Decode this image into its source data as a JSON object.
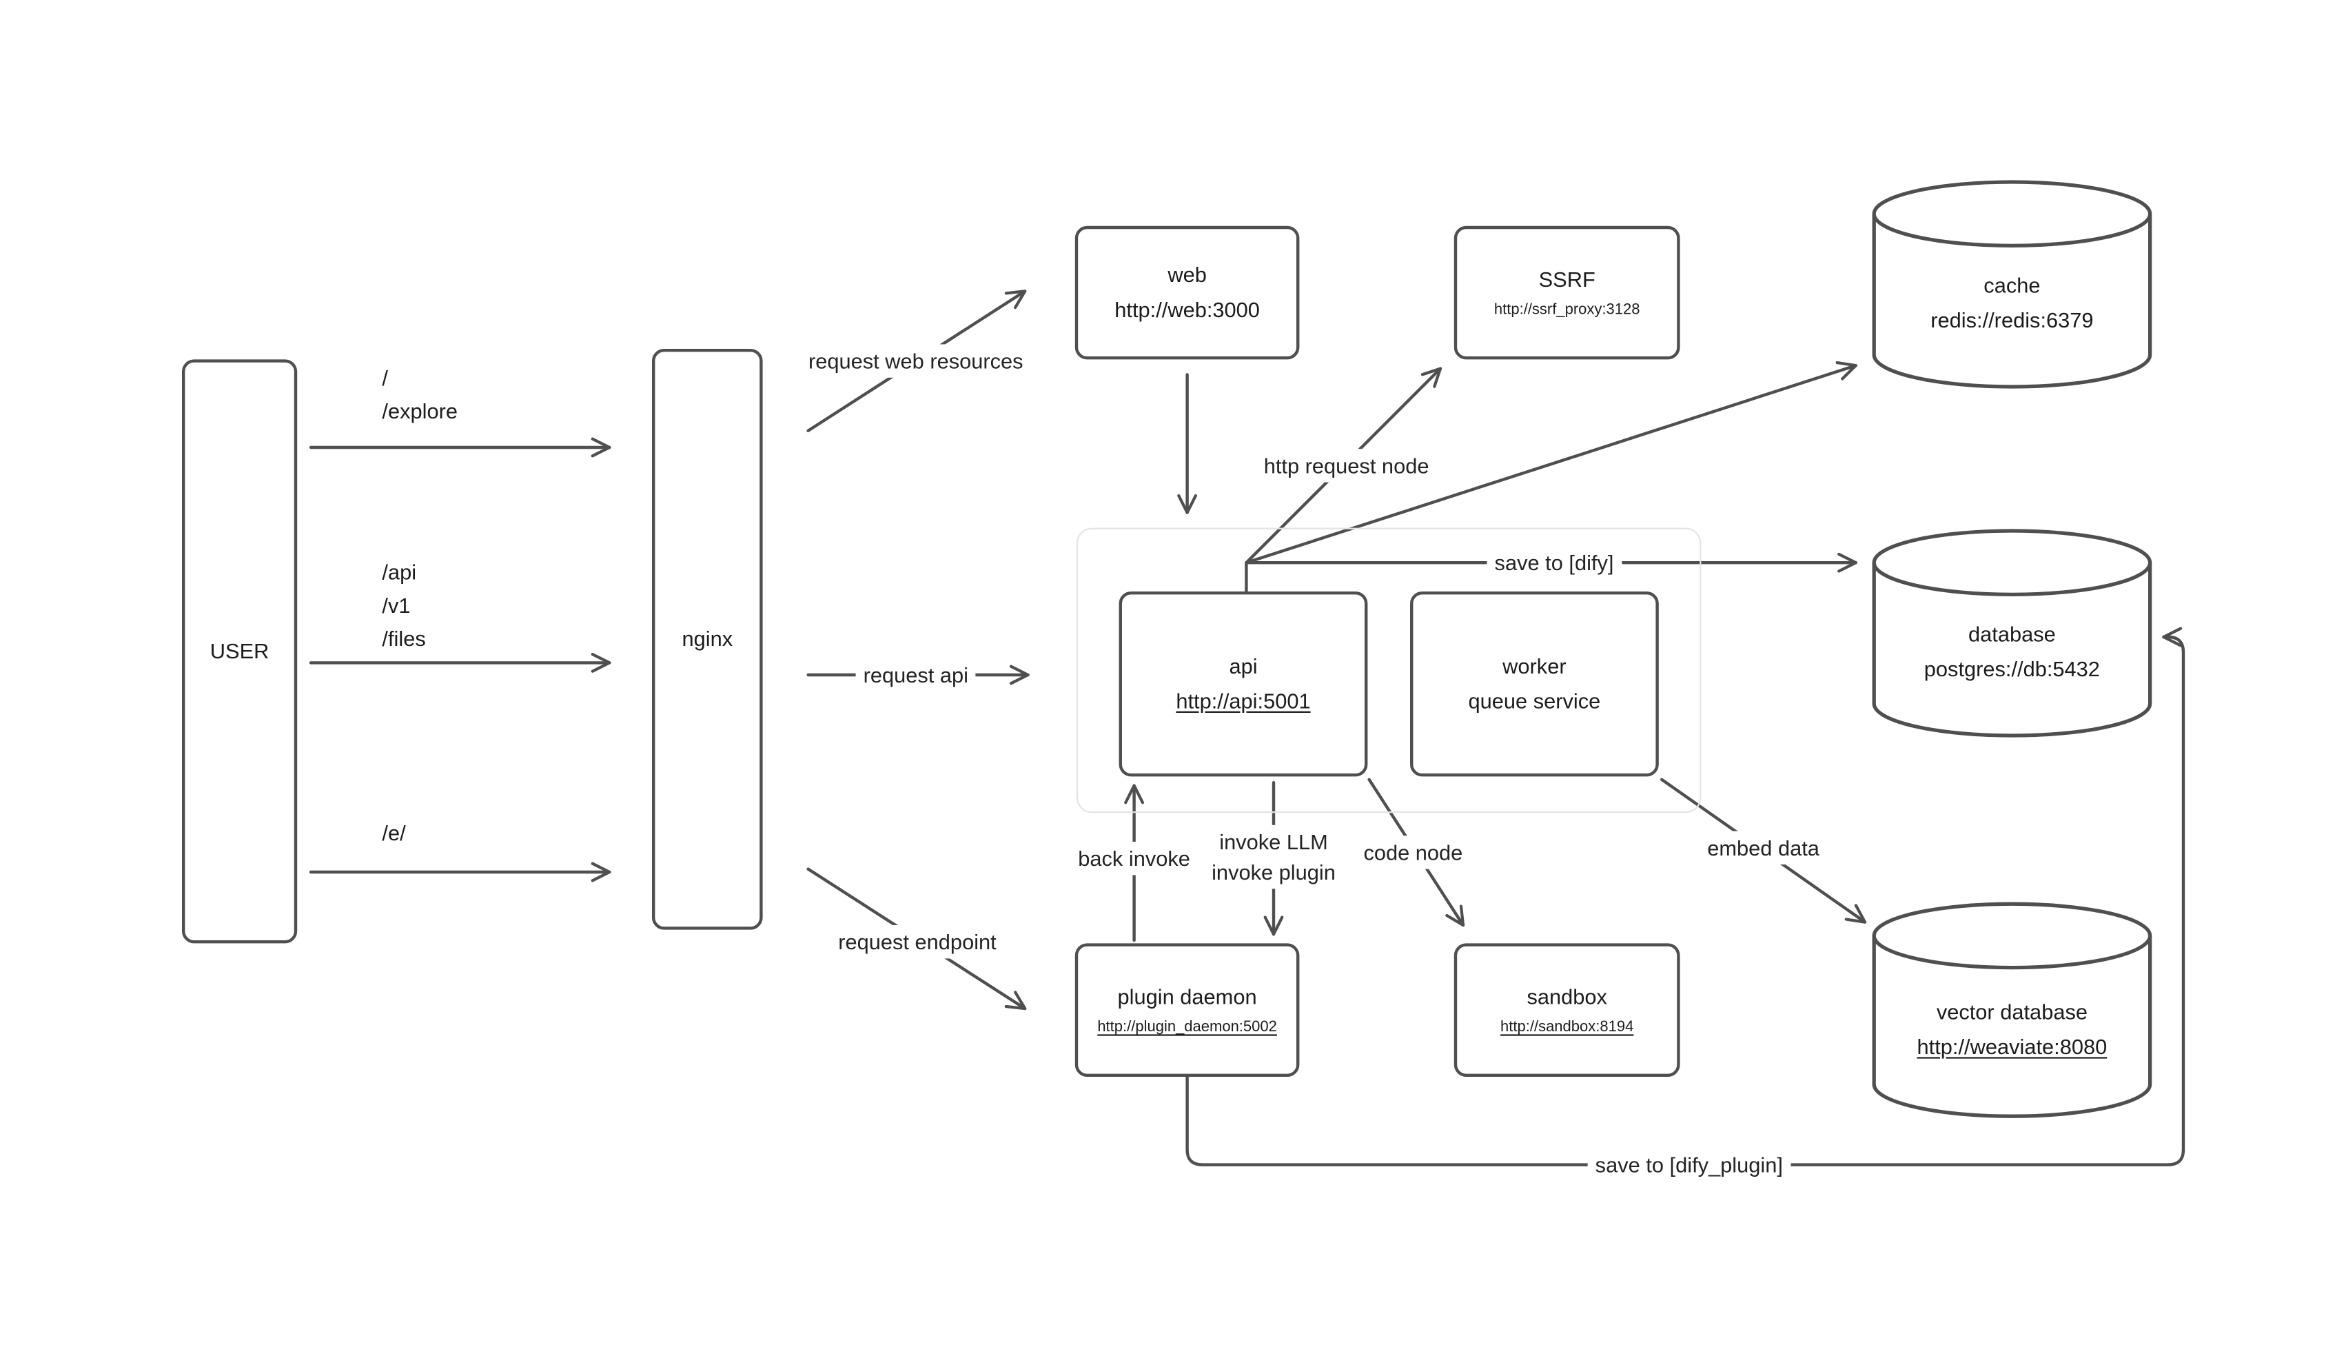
{
  "palette": {
    "line": "#4f4f4f",
    "text": "#1c1c1c",
    "group_border": "#e4e4e4",
    "background": "#ffffff"
  },
  "nodes": {
    "user": {
      "label": "USER"
    },
    "nginx": {
      "label": "nginx"
    },
    "web": {
      "title": "web",
      "url": "http://web:3000"
    },
    "ssrf": {
      "title": "SSRF",
      "url": "http://ssrf_proxy:3128"
    },
    "cache": {
      "title": "cache",
      "url": "redis://redis:6379"
    },
    "api": {
      "title": "api",
      "url": "http://api:5001"
    },
    "worker": {
      "title": "worker",
      "subtitle": "queue service"
    },
    "database": {
      "title": "database",
      "url": "postgres://db:5432"
    },
    "plugin_daemon": {
      "title": "plugin daemon",
      "url": "http://plugin_daemon:5002"
    },
    "sandbox": {
      "title": "sandbox",
      "url": "http://sandbox:8194"
    },
    "vector_database": {
      "title": "vector database",
      "url": "http://weaviate:8080"
    }
  },
  "routes": {
    "root": "/",
    "explore": "/explore",
    "api": "/api",
    "v1": "/v1",
    "files": "/files",
    "e": "/e/"
  },
  "edges": {
    "request_web_resources": "request web resources",
    "request_api": "request api",
    "request_endpoint": "request endpoint",
    "http_request_node": "http request node",
    "save_to_dify": "save to [dify]",
    "back_invoke": "back invoke",
    "invoke_llm": "invoke LLM",
    "invoke_plugin": "invoke plugin",
    "code_node": "code node",
    "embed_data": "embed data",
    "save_to_dify_plugin": "save to [dify_plugin]"
  }
}
